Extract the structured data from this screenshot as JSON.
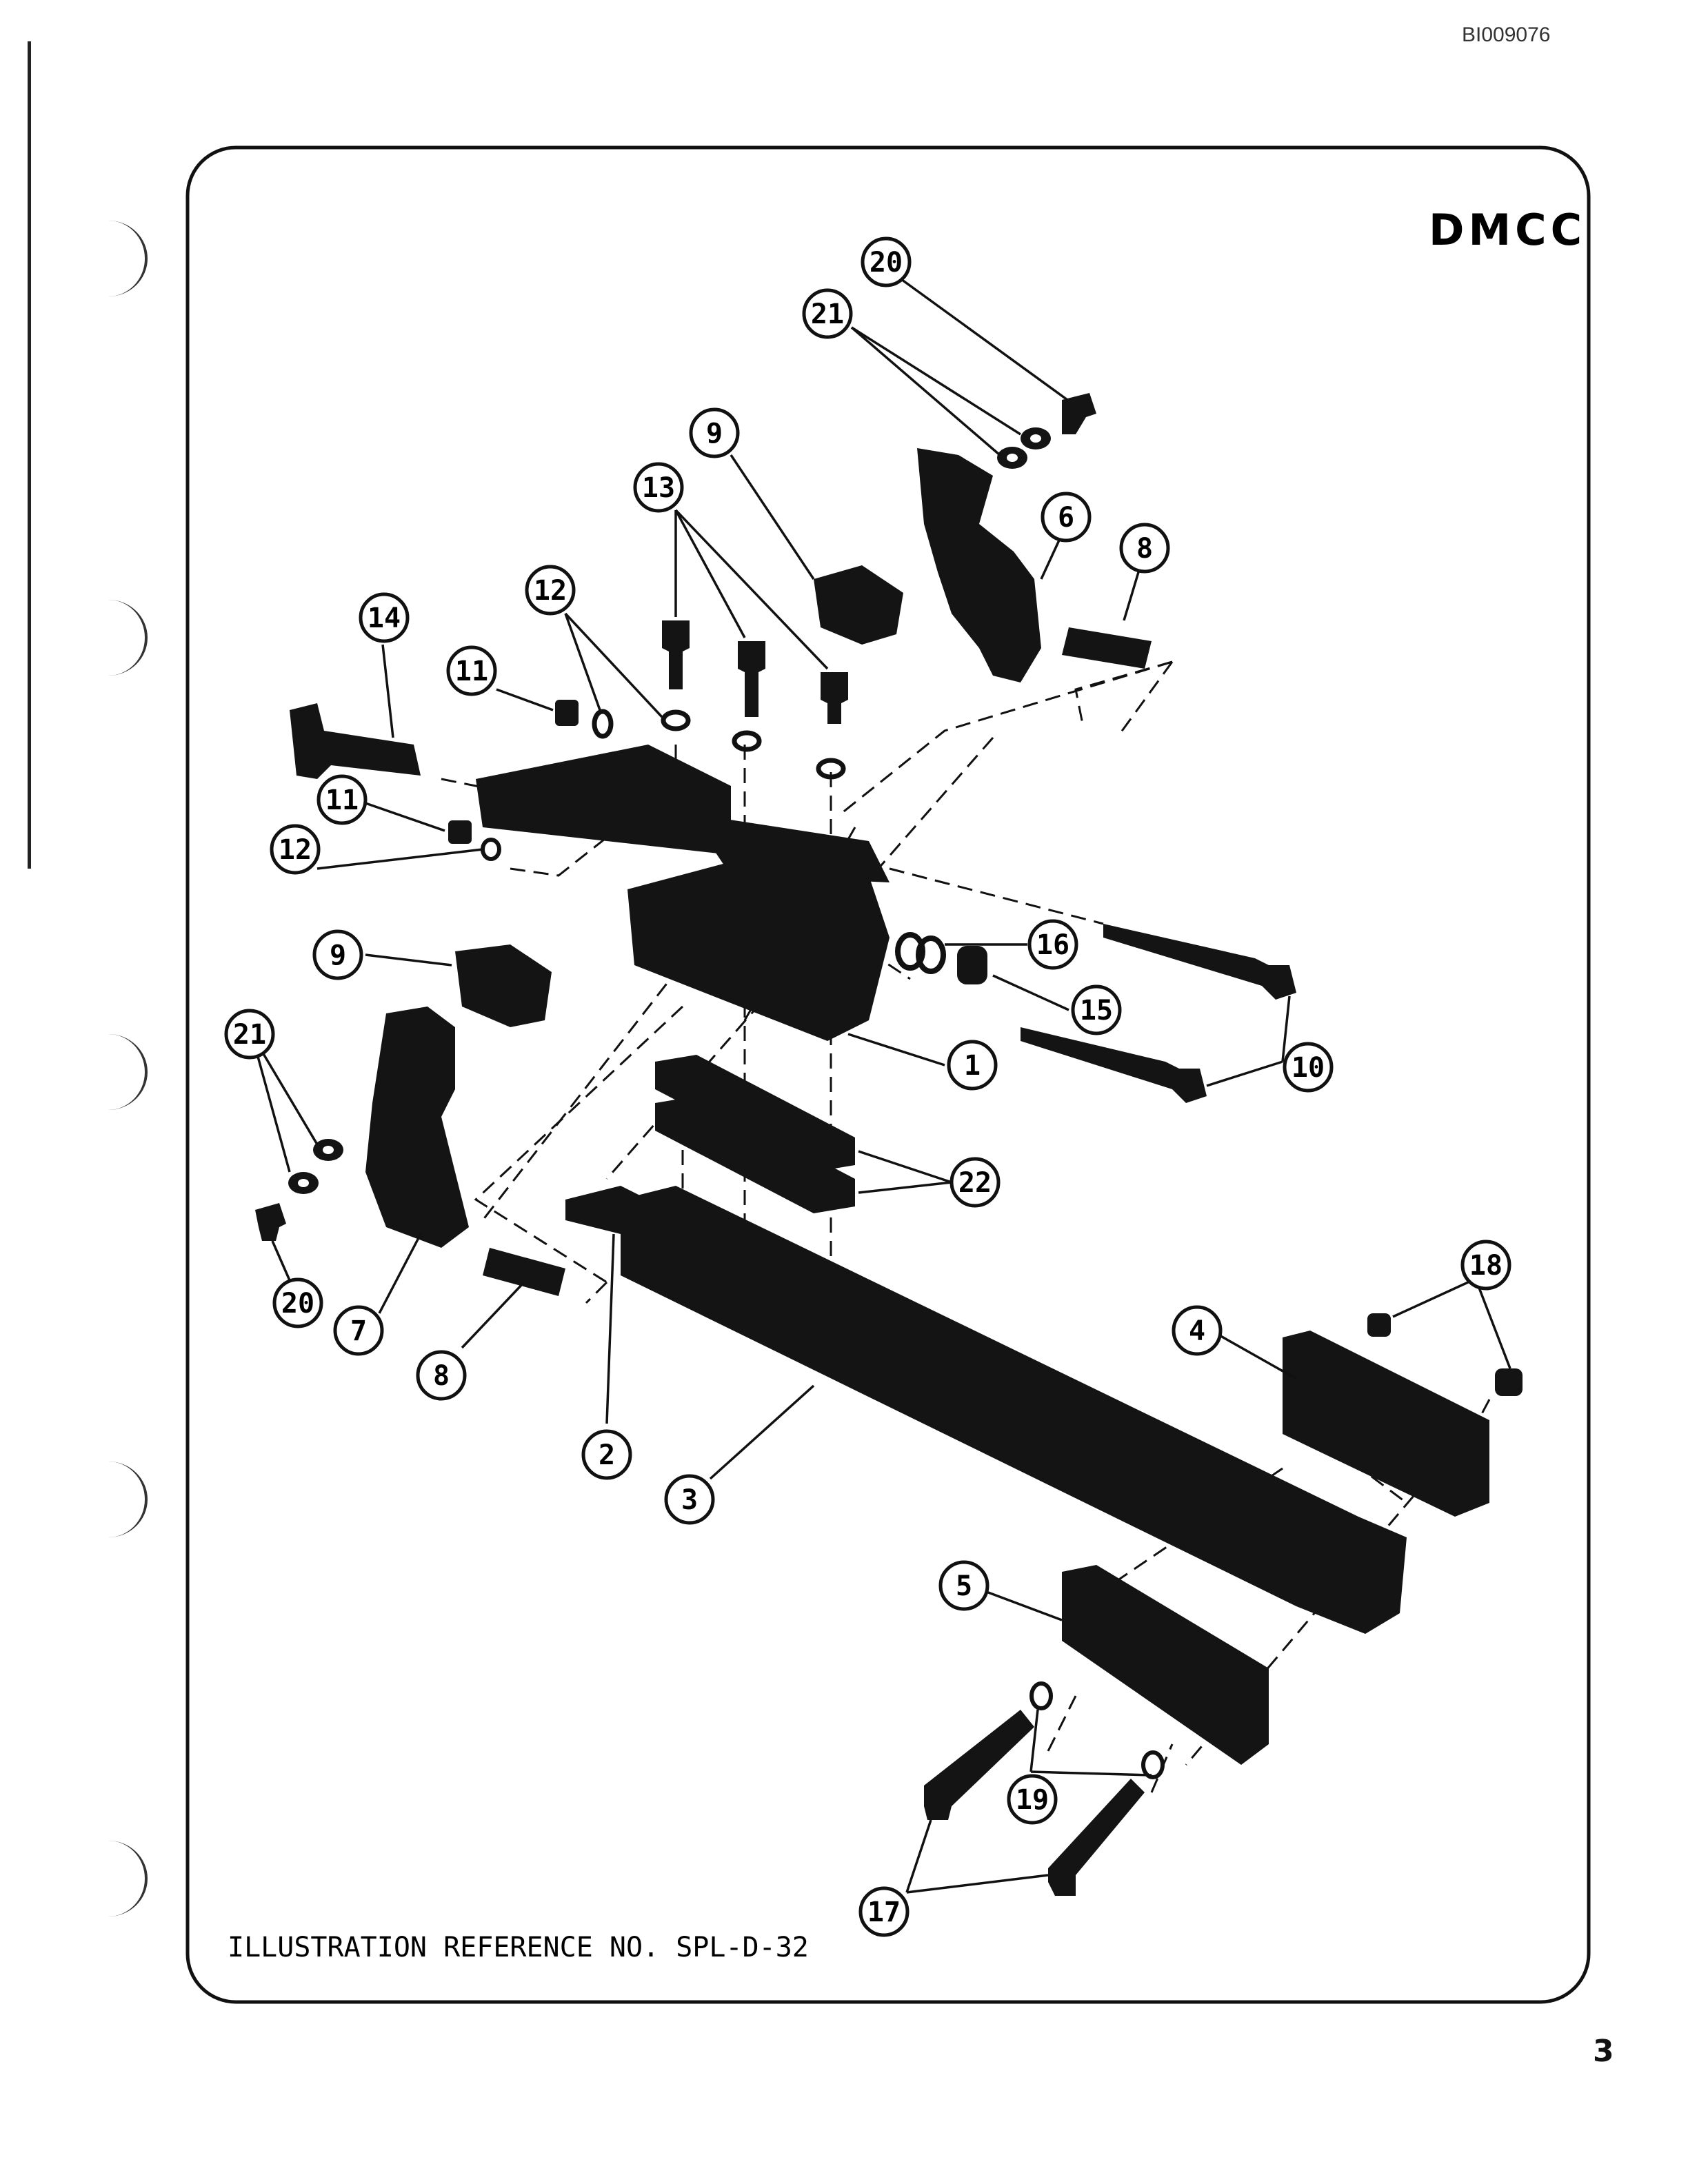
{
  "header": {
    "doc_id": "BI009076",
    "manufacturer_mark": "DMCC"
  },
  "footer": {
    "reference": "ILLUSTRATION REFERENCE NO. SPL-D-32",
    "page_number": "3"
  },
  "callouts": [
    {
      "id": "c20a",
      "label": "20"
    },
    {
      "id": "c21a",
      "label": "21"
    },
    {
      "id": "c9a",
      "label": "9"
    },
    {
      "id": "c13",
      "label": "13"
    },
    {
      "id": "c6",
      "label": "6"
    },
    {
      "id": "c8a",
      "label": "8"
    },
    {
      "id": "c12a",
      "label": "12"
    },
    {
      "id": "c14",
      "label": "14"
    },
    {
      "id": "c11a",
      "label": "11"
    },
    {
      "id": "c11b",
      "label": "11"
    },
    {
      "id": "c12b",
      "label": "12"
    },
    {
      "id": "c9b",
      "label": "9"
    },
    {
      "id": "c16",
      "label": "16"
    },
    {
      "id": "c15",
      "label": "15"
    },
    {
      "id": "c10",
      "label": "10"
    },
    {
      "id": "c1",
      "label": "1"
    },
    {
      "id": "c21b",
      "label": "21"
    },
    {
      "id": "c22",
      "label": "22"
    },
    {
      "id": "c20b",
      "label": "20"
    },
    {
      "id": "c7",
      "label": "7"
    },
    {
      "id": "c8b",
      "label": "8"
    },
    {
      "id": "c18",
      "label": "18"
    },
    {
      "id": "c4",
      "label": "4"
    },
    {
      "id": "c2",
      "label": "2"
    },
    {
      "id": "c3",
      "label": "3"
    },
    {
      "id": "c5",
      "label": "5"
    },
    {
      "id": "c19",
      "label": "19"
    },
    {
      "id": "c17",
      "label": "17"
    }
  ]
}
